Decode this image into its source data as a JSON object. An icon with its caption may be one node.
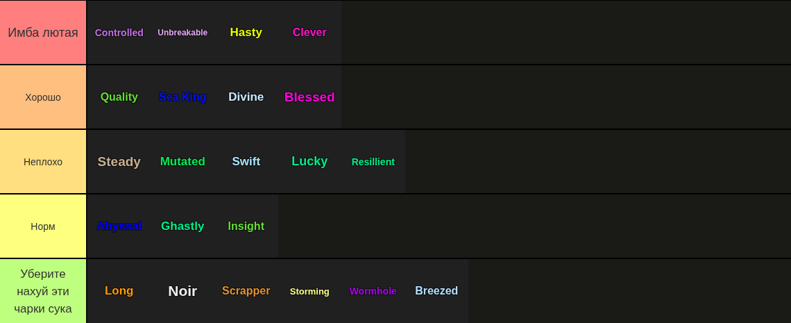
{
  "diagram": {
    "nodes": [
      {
        "text": [
          "Имба лютая"
        ]
      },
      {
        "text": [
          "Controlled"
        ],
        "in": 0
      },
      {
        "text": [
          "Unbreakable"
        ],
        "in": 0
      },
      {
        "text": [
          "Hasty"
        ],
        "in": 0
      },
      {
        "text": [
          "Clever"
        ],
        "in": 0
      },
      {
        "text": [
          "Хорошо"
        ]
      },
      {
        "text": [
          "Quality"
        ],
        "in": 5
      },
      {
        "text": [
          "Sea King"
        ],
        "in": 5
      },
      {
        "text": [
          "Divine"
        ],
        "in": 5
      },
      {
        "text": [
          "Blessed"
        ],
        "in": 5
      },
      {
        "text": [
          "Неплохо"
        ]
      },
      {
        "text": [
          "Steady"
        ],
        "in": 10
      },
      {
        "text": [
          "Mutated"
        ],
        "in": 10
      },
      {
        "text": [
          "Swift"
        ],
        "in": 10
      },
      {
        "text": [
          "Lucky"
        ],
        "in": 10
      },
      {
        "text": [
          "Resillient"
        ],
        "in": 10
      },
      {
        "text": [
          "Норм"
        ]
      },
      {
        "text": [
          "Abyssal"
        ],
        "in": 16
      },
      {
        "text": [
          "Ghastly"
        ],
        "in": 16
      },
      {
        "text": [
          "Insight"
        ],
        "in": 16
      },
      {
        "text": [
          "Уберите нахуй эти чарки сука"
        ]
      },
      {
        "text": [
          "Long"
        ],
        "in": 20
      },
      {
        "text": [
          "Noir"
        ],
        "in": 20
      },
      {
        "text": [
          "Scrapper"
        ],
        "in": 20
      },
      {
        "text": [
          "Storming"
        ],
        "in": 20
      },
      {
        "text": [
          "Wormhole"
        ],
        "in": 20
      },
      {
        "text": [
          "Breezed"
        ],
        "in": 20
      }
    ]
  }
}
